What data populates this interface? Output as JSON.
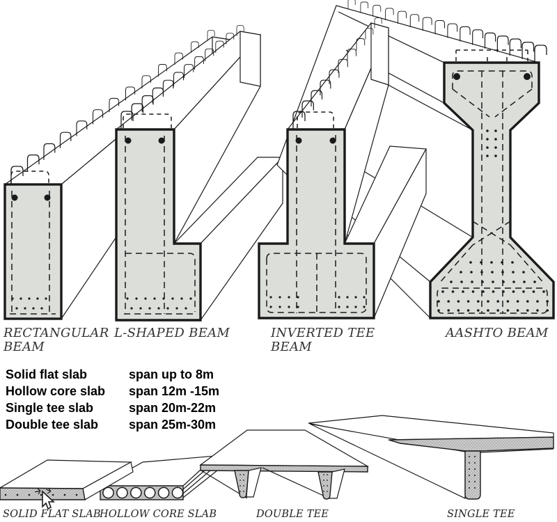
{
  "figure": {
    "beam_labels": [
      {
        "label": "RECTANGULAR BEAM"
      },
      {
        "label": "L-SHAPED BEAM"
      },
      {
        "label": "INVERTED TEE BEAM"
      },
      {
        "label": "AASHTO BEAM"
      }
    ],
    "slab_table": {
      "rows": [
        {
          "name": "Solid flat slab",
          "span": "span up to 8m"
        },
        {
          "name": "Hollow core slab",
          "span": "span 12m -15m"
        },
        {
          "name": "Single tee slab",
          "span": "span 20m-22m"
        },
        {
          "name": "Double tee slab",
          "span": "span 25m-30m"
        }
      ]
    },
    "slab_labels": [
      {
        "label": "SOLID FLAT SLAB"
      },
      {
        "label": "HOLLOW CORE SLAB"
      },
      {
        "label": "DOUBLE TEE"
      },
      {
        "label": "SINGLE TEE"
      }
    ]
  },
  "colors": {
    "background": "#ffffff",
    "line": "#1a1a1a",
    "concrete": "#dbded9",
    "stipple_bg": "#cccccc",
    "stipple_dot": "#878787"
  }
}
